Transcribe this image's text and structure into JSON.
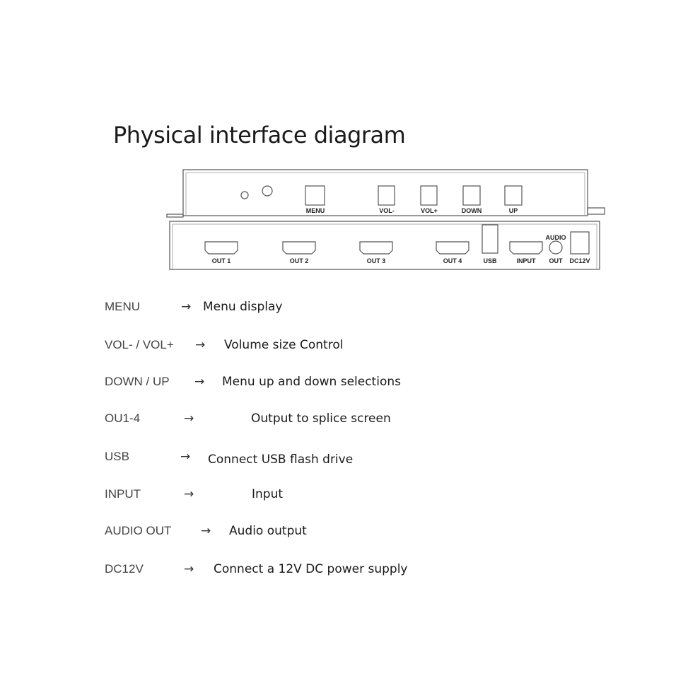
{
  "title": "Physical interface diagram",
  "top_panel": {
    "buttons": [
      "MENU",
      "VOL-",
      "VOL+",
      "DOWN",
      "UP"
    ]
  },
  "bottom_panel": {
    "ports": [
      "OUT 1",
      "OUT 2",
      "OUT 3",
      "OUT 4",
      "USB",
      "INPUT"
    ],
    "audio_top": "AUDIO",
    "audio_bottom": "OUT",
    "power": "DC12V"
  },
  "legend": [
    {
      "key": "MENU",
      "arrow": "→",
      "desc": "Menu display"
    },
    {
      "key": "VOL- / VOL+",
      "arrow": "→",
      "desc": "Volume size Control"
    },
    {
      "key": "DOWN / UP",
      "arrow": "→",
      "desc": "Menu up and down selections"
    },
    {
      "key": "OU1-4",
      "arrow": "→",
      "desc": "Output to splice screen"
    },
    {
      "key": "USB",
      "arrow": "→",
      "desc": "Connect USB flash drive"
    },
    {
      "key": "INPUT",
      "arrow": "→",
      "desc": "Input"
    },
    {
      "key": "AUDIO OUT",
      "arrow": "→",
      "desc": "Audio output"
    },
    {
      "key": "DC12V",
      "arrow": "→",
      "desc": "Connect a 12V DC power supply"
    }
  ]
}
